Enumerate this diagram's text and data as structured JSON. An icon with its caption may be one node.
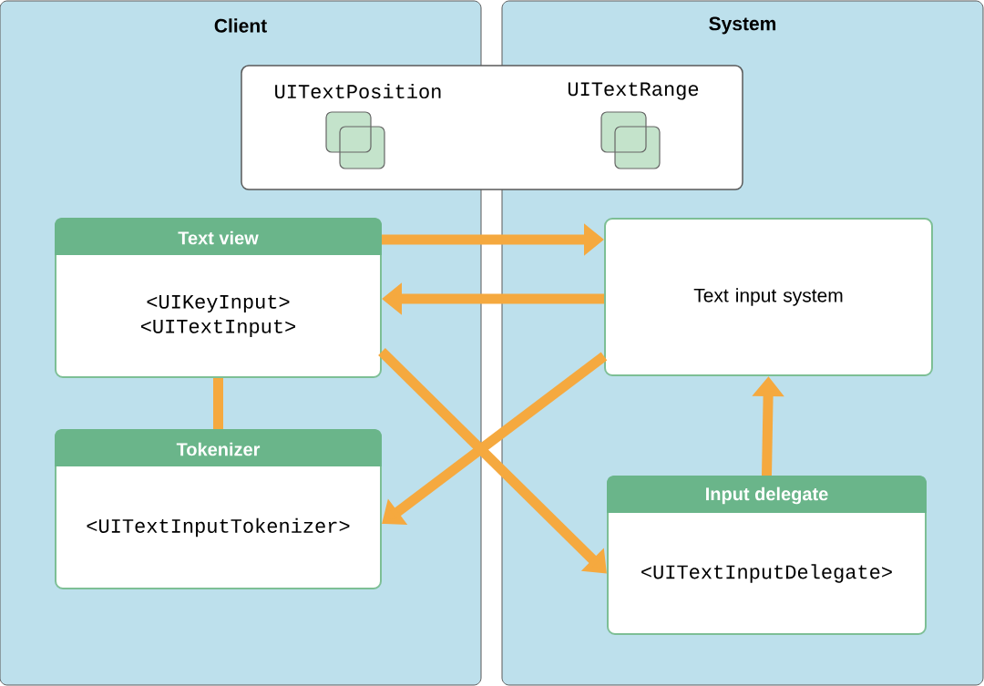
{
  "diagram": {
    "nodes": [
      {
        "text": [
          "Client"
        ]
      },
      {
        "text": [
          "System"
        ]
      },
      {
        "text": [
          "UITextPosition",
          "UITextRange"
        ]
      },
      {
        "text": [
          "Text view",
          "<UIKeyInput> <UITextInput>"
        ],
        "in": 0
      },
      {
        "text": [
          "Tokenizer",
          "<UITextInputTokenizer>"
        ],
        "in": 0
      },
      {
        "text": [
          "Text input system"
        ],
        "in": 1
      },
      {
        "text": [
          "Input delegate",
          "<UITextInputDelegate>"
        ],
        "in": 1
      }
    ],
    "edges": [
      {
        "from": 3,
        "to": 5,
        "arrow": "to"
      },
      {
        "from": 5,
        "to": 3,
        "arrow": "to"
      },
      {
        "from": 3,
        "to": 4,
        "arrow": "none"
      },
      {
        "from": 5,
        "to": 4,
        "arrow": "to"
      },
      {
        "from": 3,
        "to": 6,
        "arrow": "to"
      },
      {
        "from": 6,
        "to": 5,
        "arrow": "to"
      }
    ]
  }
}
